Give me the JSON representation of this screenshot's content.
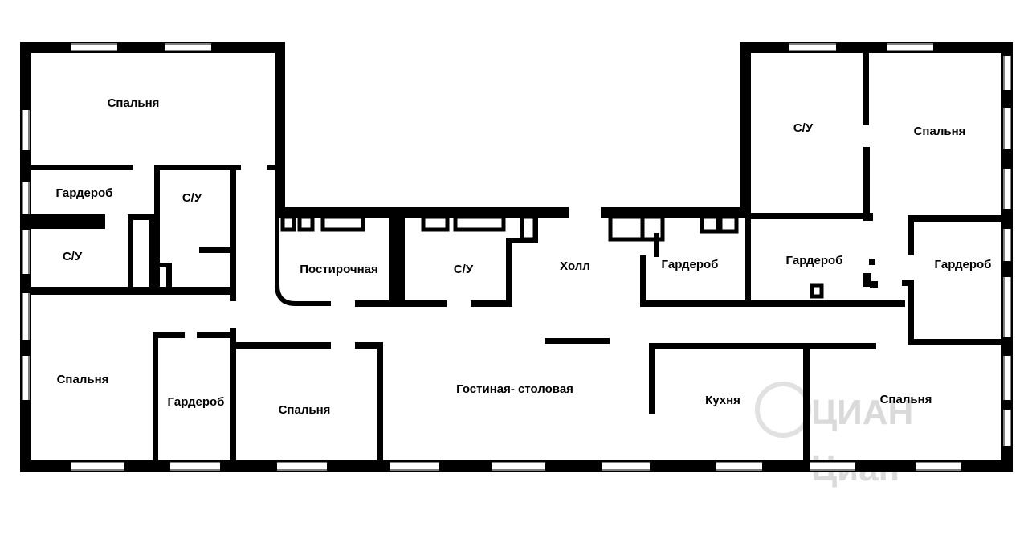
{
  "plan": {
    "wall_color": "#000000",
    "window_color": "#ffffff",
    "background": "#ffffff"
  },
  "rooms": [
    {
      "id": "bedroom-nw",
      "label": "Спальня"
    },
    {
      "id": "wardrobe-w1",
      "label": "Гардероб"
    },
    {
      "id": "bath-w1",
      "label": "С/У"
    },
    {
      "id": "bath-w2",
      "label": "С/У"
    },
    {
      "id": "laundry",
      "label": "Постирочная"
    },
    {
      "id": "bath-center",
      "label": "С/У"
    },
    {
      "id": "hall",
      "label": "Холл"
    },
    {
      "id": "wardrobe-c1",
      "label": "Гардероб"
    },
    {
      "id": "wardrobe-c2",
      "label": "Гардероб"
    },
    {
      "id": "bath-ne",
      "label": "С/У"
    },
    {
      "id": "bedroom-ne",
      "label": "Спальня"
    },
    {
      "id": "wardrobe-e",
      "label": "Гардероб"
    },
    {
      "id": "bedroom-sw",
      "label": "Спальня"
    },
    {
      "id": "wardrobe-sw",
      "label": "Гардероб"
    },
    {
      "id": "bedroom-s",
      "label": "Спальня"
    },
    {
      "id": "living-dining",
      "label": "Гостиная- столовая"
    },
    {
      "id": "kitchen",
      "label": "Кухня"
    },
    {
      "id": "bedroom-se",
      "label": "Спальня"
    }
  ],
  "watermark": {
    "text_line1": "ЦИАН",
    "text_line2": "Циан"
  }
}
